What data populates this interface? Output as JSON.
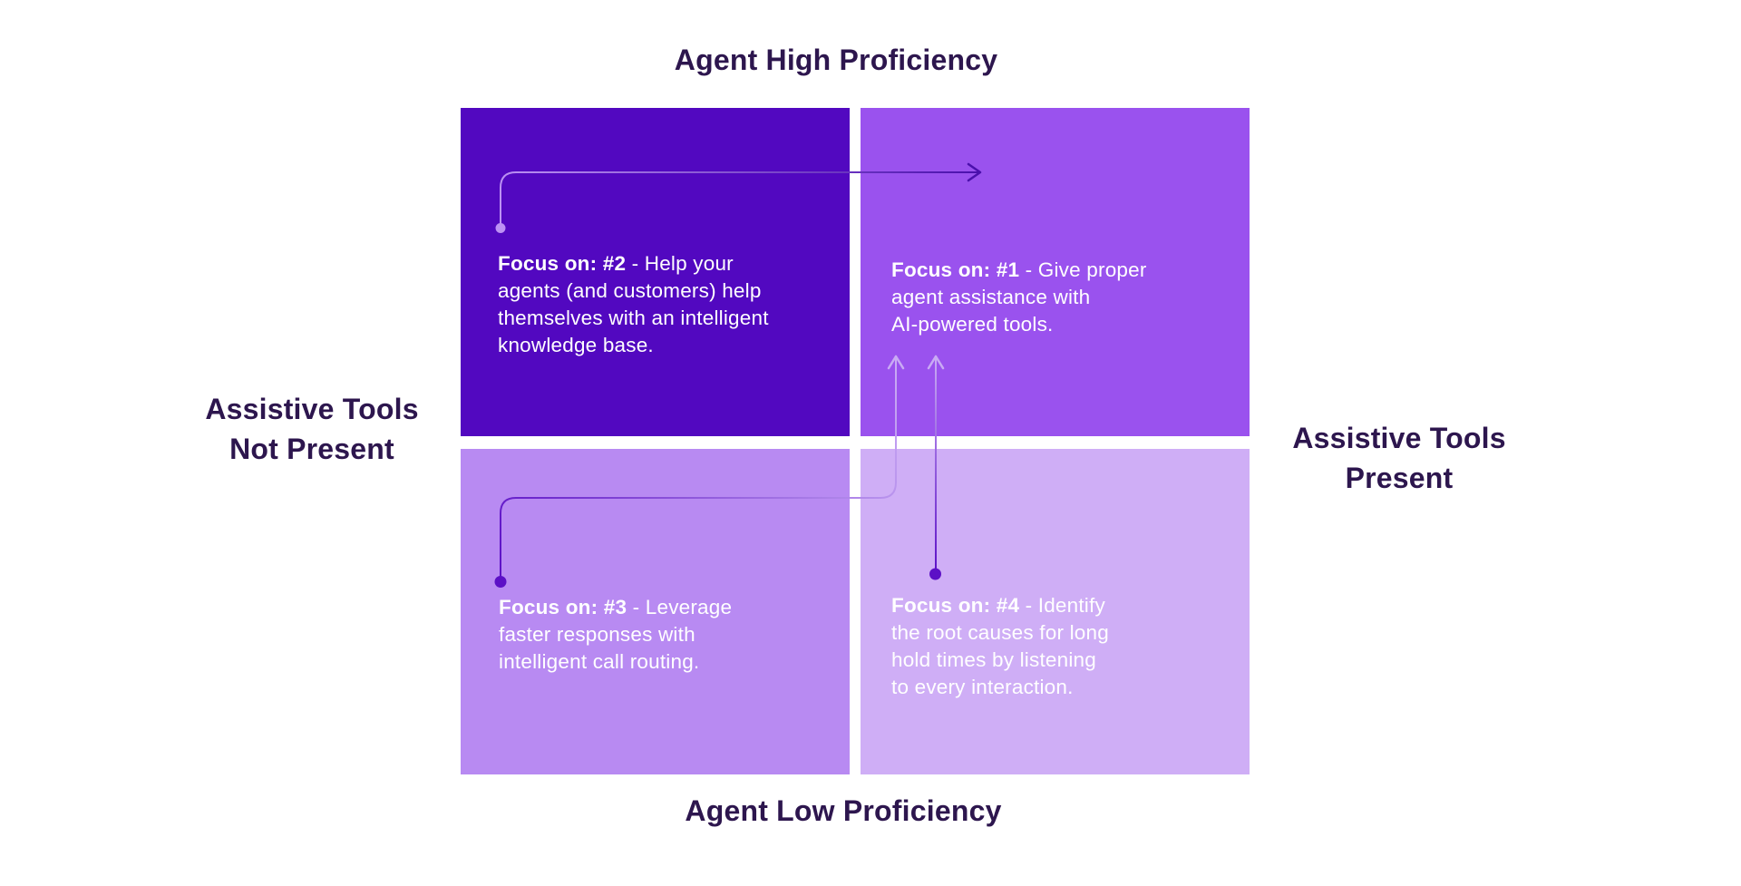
{
  "titles": {
    "top": "Agent High Proficiency",
    "bottom": "Agent Low Proficiency",
    "left": [
      "Assistive Tools",
      "Not Present"
    ],
    "right": [
      "Assistive Tools",
      "Present"
    ]
  },
  "quadrants": {
    "q1": {
      "position": "top-right",
      "bold": "Focus on: #1",
      "rest": " - Give proper",
      "lines": [
        "agent assistance with",
        "AI-powered tools."
      ],
      "bg": "#9a52ee"
    },
    "q2": {
      "position": "top-left",
      "bold": "Focus on: #2",
      "rest": " - Help your",
      "lines": [
        "agents (and customers) help",
        "themselves with an intelligent",
        "knowledge base."
      ],
      "bg": "#5208c0"
    },
    "q3": {
      "position": "bottom-left",
      "bold": "Focus on: #3",
      "rest": " - Leverage",
      "lines": [
        "faster responses with",
        "intelligent call routing."
      ],
      "bg": "#b88af2"
    },
    "q4": {
      "position": "bottom-right",
      "bold": "Focus on: #4",
      "rest": " - Identify",
      "lines": [
        "the root causes for long",
        "hold times by listening",
        "to every interaction."
      ],
      "bg": "#cfaef6"
    }
  },
  "connectors": [
    {
      "from": "quadrant-2",
      "to": "quadrant-1"
    },
    {
      "from": "quadrant-3",
      "to": "quadrant-1"
    },
    {
      "from": "quadrant-4",
      "to": "quadrant-1"
    }
  ],
  "colors": {
    "background": "#ffffff",
    "label_text": "#2d164e",
    "quadrant_text": "#ffffff",
    "connector_dark": "#4a10ac",
    "connector_light": "#c9aaf4",
    "dot_dark": "#5c10c6",
    "dot_light": "#bd92f4"
  }
}
